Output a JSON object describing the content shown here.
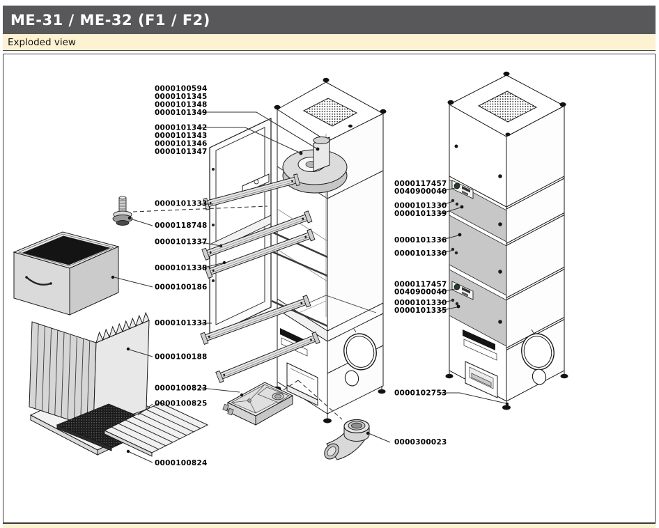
{
  "header": {
    "title": "ME-31 / ME-32 (F1 / F2)"
  },
  "view_bar": {
    "label": "Exploded view"
  },
  "diagram": {
    "labels": [
      "0000100594",
      "0000101345",
      "0000101348",
      "0000101349",
      "0000101342",
      "0000101343",
      "0000101346",
      "0000101347",
      "0000101333",
      "0000118748",
      "0000101337",
      "0000101338",
      "0000100186",
      "0000101333",
      "0000100188",
      "0000100823",
      "0000100825",
      "0000100824",
      "0000117457",
      "0040900040",
      "0000101330",
      "0000101339",
      "0000101336",
      "0000101330",
      "0000117457",
      "0040900040",
      "0000101330",
      "0000101335",
      "0000102753",
      "0000300023"
    ]
  }
}
